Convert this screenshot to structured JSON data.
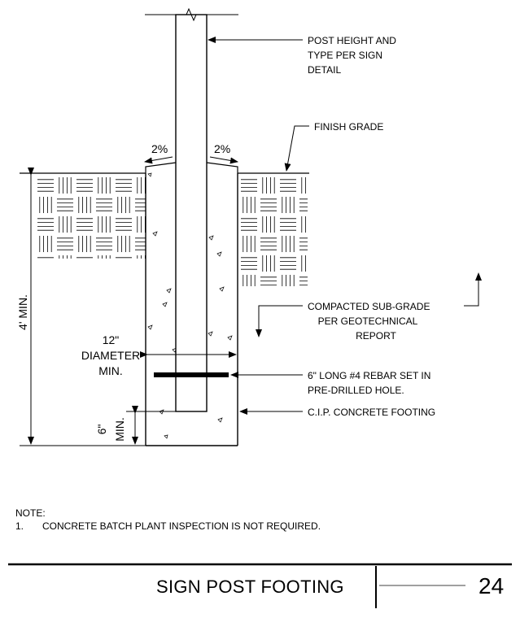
{
  "labels": {
    "post_height_1": "POST HEIGHT AND",
    "post_height_2": "TYPE PER SIGN",
    "post_height_3": "DETAIL",
    "finish_grade": "FINISH GRADE",
    "slope_left": "2%",
    "slope_right": "2%",
    "subgrade_1": "COMPACTED SUB-GRADE",
    "subgrade_2": "PER GEOTECHNICAL",
    "subgrade_3": "REPORT",
    "rebar_1": "6\" LONG #4 REBAR SET IN",
    "rebar_2": "PRE-DRILLED HOLE.",
    "footing": "C.I.P. CONCRETE FOOTING",
    "diameter_1": "12\"",
    "diameter_2": "DIAMETER",
    "diameter_3": "MIN.",
    "depth": "4' MIN.",
    "bottom_1": "6\"",
    "bottom_2": "MIN."
  },
  "note": {
    "heading": "NOTE:",
    "items": [
      {
        "number": "1.",
        "text": "CONCRETE BATCH PLANT INSPECTION IS NOT REQUIRED."
      }
    ]
  },
  "title_block": {
    "title": "SIGN POST FOOTING",
    "sheet_number": "24"
  }
}
